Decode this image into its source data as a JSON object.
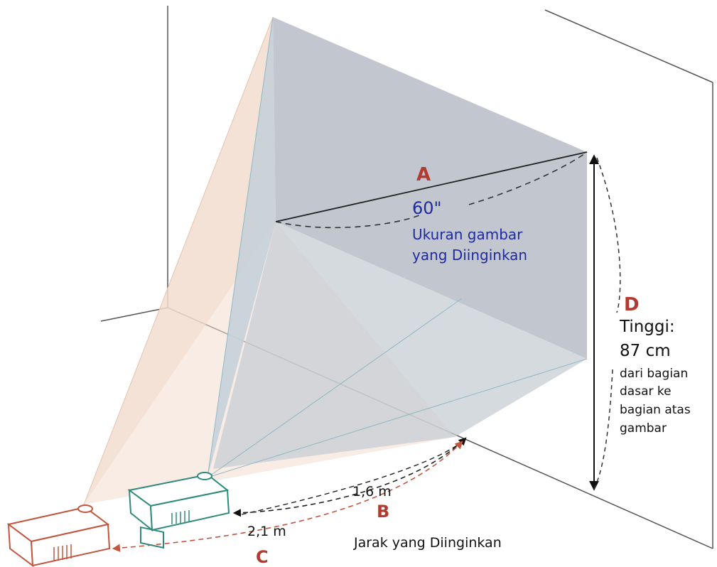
{
  "labels": {
    "a": "A",
    "size_value": "60\"",
    "size_caption_1": "Ukuran gambar",
    "size_caption_2": "yang Diinginkan",
    "b": "B",
    "distance_near": "1,6 m",
    "distance_far": "2,1 m",
    "distance_caption": "Jarak yang Diinginkan",
    "c": "C",
    "d": "D",
    "height_title": "Tinggi:",
    "height_value": "87 cm",
    "height_note_1": "dari bagian",
    "height_note_2": "dasar ke",
    "height_note_3": "bagian atas",
    "height_note_4": "gambar"
  },
  "colors": {
    "screen_fill": "#bfc4cc",
    "far_beam": "#f2ddd0",
    "near_beam": "#c7d1d9",
    "label_red": "#b23a2e",
    "label_blue": "#1f2aa0",
    "projector_near": "#2e8a7a",
    "projector_far": "#c2553f"
  }
}
